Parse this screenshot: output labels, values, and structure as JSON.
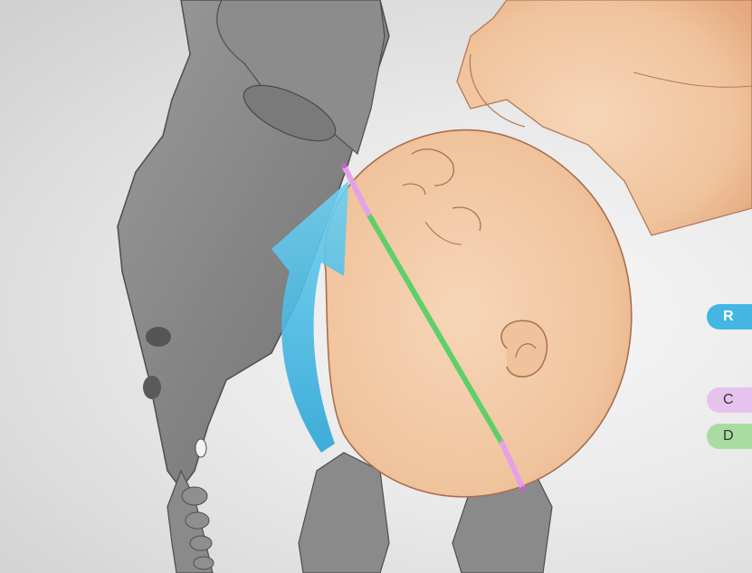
{
  "colors": {
    "bone": "#8a8a8a",
    "bone_dark": "#5e5e5e",
    "skin": "#f2caa6",
    "skin_shadow": "#e2a77f",
    "arrow": "#43b6e3",
    "measure_pink": "#e6a0e8",
    "measure_green": "#5fcf6a",
    "background": "#e9e9e9"
  },
  "labels": {
    "right_tag_1": "R",
    "right_tag_2": "C",
    "right_tag_3": "D"
  }
}
